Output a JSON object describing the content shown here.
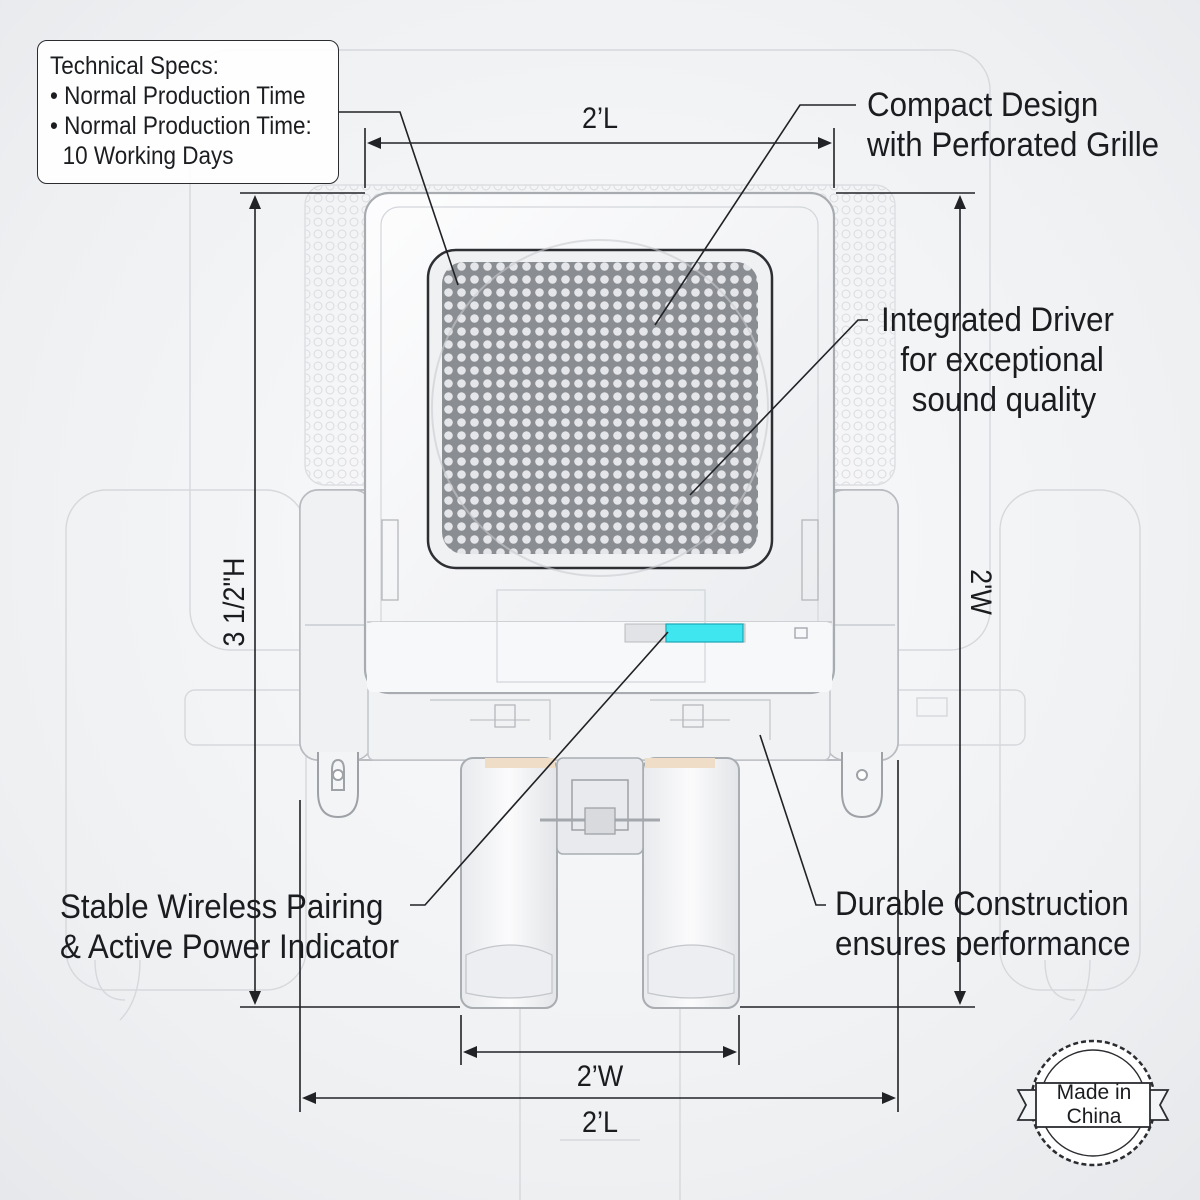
{
  "specs": {
    "heading": "Technical Specs:",
    "items": [
      "• Normal Production Time",
      "• Normal Production Time:",
      "10 Working Days"
    ]
  },
  "callouts": {
    "grille": [
      "Compact Design",
      "with Perforated Grille"
    ],
    "driver": [
      "Integrated Driver",
      "for exceptional",
      "sound quality"
    ],
    "pairing": [
      "Stable Wireless Pairing",
      "& Active Power Indicator"
    ],
    "construction": [
      "Durable Construction",
      "ensures performance"
    ]
  },
  "dimensions": {
    "top_length": "2’L",
    "height": "3 1/2\"H",
    "right_width": "2'W",
    "bottom_width": "2’W",
    "bottom_length": "2’L"
  },
  "badge": {
    "line1": "Made in",
    "line2": "China"
  },
  "colors": {
    "indicator": "#3fe6f0",
    "body": "#f4f5f7",
    "grille": "#6e7175",
    "ink": "#1a1c1f"
  }
}
